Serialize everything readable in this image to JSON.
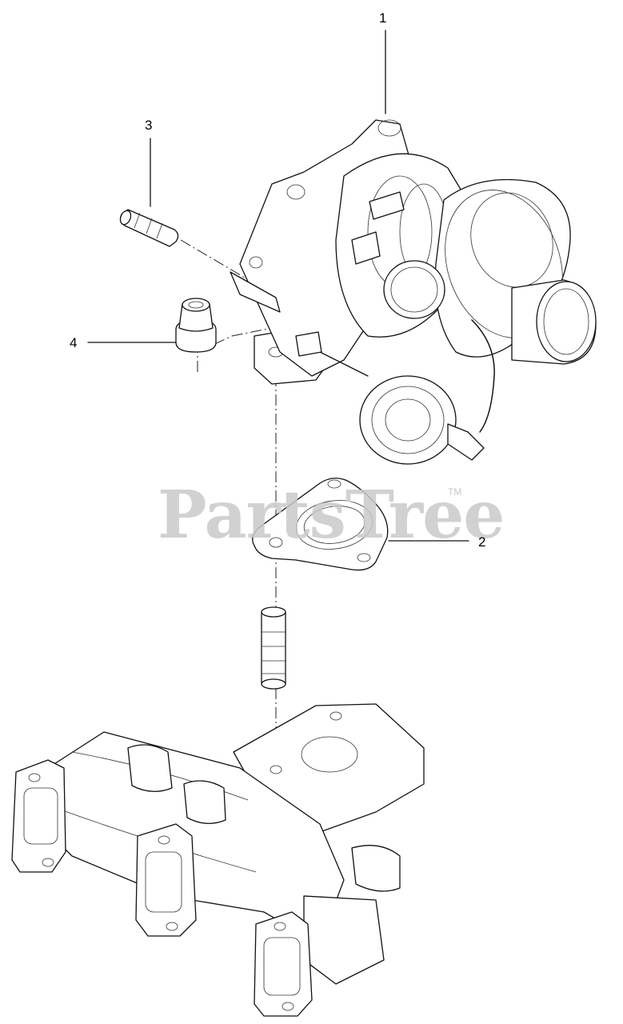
{
  "callouts": [
    {
      "id": "1",
      "label": "1"
    },
    {
      "id": "2",
      "label": "2"
    },
    {
      "id": "3",
      "label": "3"
    },
    {
      "id": "4",
      "label": "4"
    }
  ],
  "watermark": {
    "text": "PartsTree",
    "trademark": "TM"
  },
  "parts": [
    {
      "callout": "1",
      "icon": "turbocharger-icon"
    },
    {
      "callout": "2",
      "icon": "gasket-icon"
    },
    {
      "callout": "3",
      "icon": "stud-icon"
    },
    {
      "callout": "4",
      "icon": "flange-nut-icon"
    }
  ]
}
